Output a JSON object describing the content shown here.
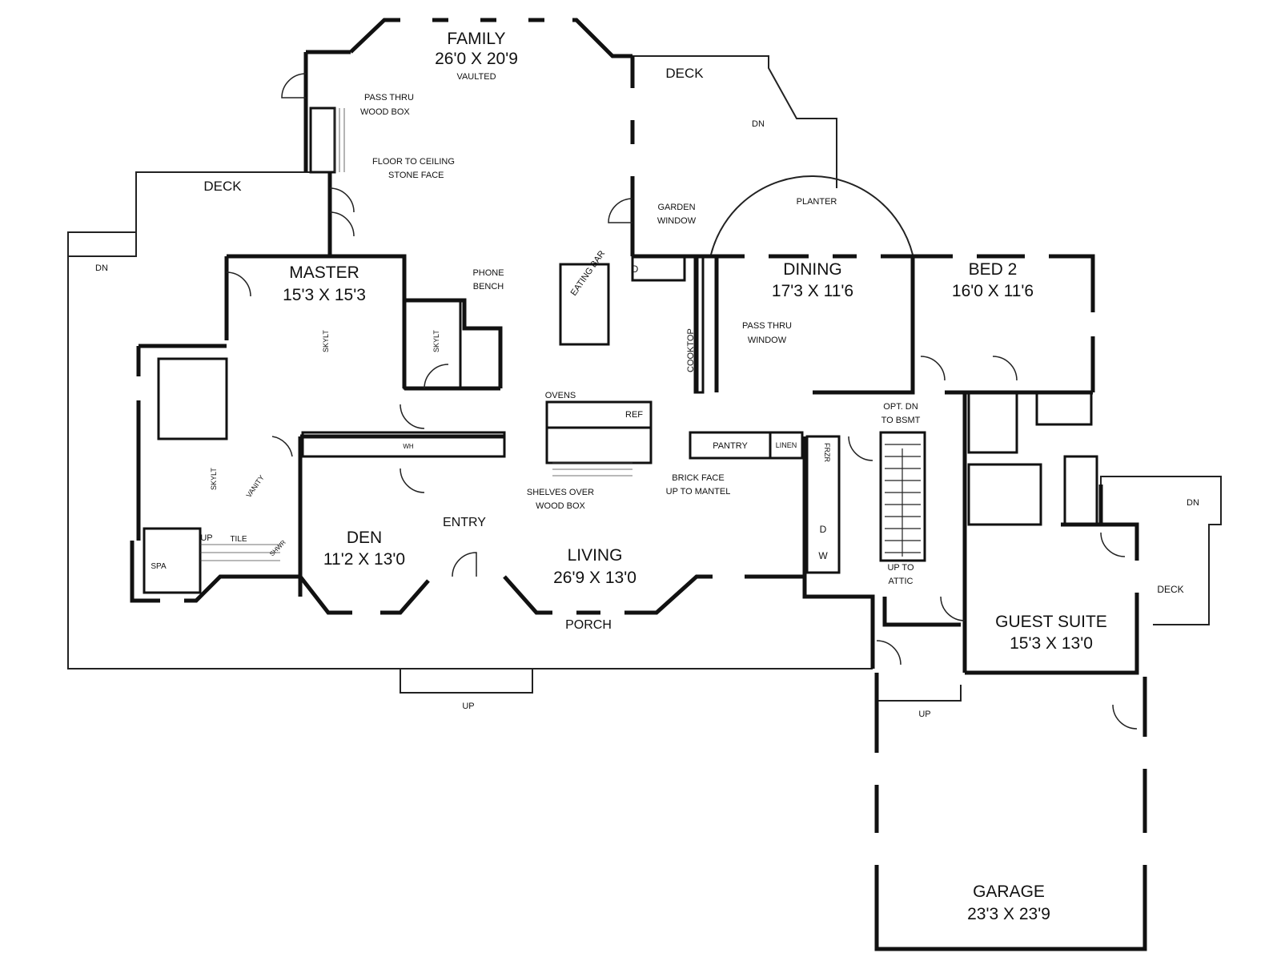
{
  "rooms": {
    "family": {
      "name": "FAMILY",
      "dims": "26'0 X 20'9",
      "note": "VAULTED"
    },
    "master": {
      "name": "MASTER",
      "dims": "15'3 X 15'3"
    },
    "dining": {
      "name": "DINING",
      "dims": "17'3 X 11'6"
    },
    "bed2": {
      "name": "BED 2",
      "dims": "16'0 X 11'6"
    },
    "den": {
      "name": "DEN",
      "dims": "11'2 X 13'0"
    },
    "living": {
      "name": "LIVING",
      "dims": "26'9 X 13'0"
    },
    "guest_suite": {
      "name": "GUEST SUITE",
      "dims": "15'3 X 13'0"
    },
    "garage": {
      "name": "GARAGE",
      "dims": "23'3 X 23'9"
    },
    "entry": {
      "name": "ENTRY"
    },
    "porch": {
      "name": "PORCH"
    }
  },
  "decks": {
    "top": "DECK",
    "left": "DECK",
    "right": "DECK"
  },
  "notes": {
    "pass_thru_wood_box": [
      "PASS THRU",
      "WOOD BOX"
    ],
    "floor_to_ceiling": [
      "FLOOR TO CEILING",
      "STONE FACE"
    ],
    "garden_window": [
      "GARDEN",
      "WINDOW"
    ],
    "planter": "PLANTER",
    "eating_bar": "EATING BAR",
    "phone_bench": [
      "PHONE",
      "BENCH"
    ],
    "pass_thru_window": [
      "PASS THRU",
      "WINDOW"
    ],
    "cooktop": "COOKTOP",
    "ovens": "OVENS",
    "ref": "REF",
    "pantry": "PANTRY",
    "linen": "LINEN",
    "frzr": "FRZR",
    "shelves_over": [
      "SHELVES OVER",
      "WOOD BOX"
    ],
    "brick_face": [
      "BRICK FACE",
      "UP TO MANTEL"
    ],
    "opt_dn": [
      "OPT. DN",
      "TO BSMT"
    ],
    "up_to_attic": [
      "UP TO",
      "ATTIC"
    ],
    "skylt": "SKYLT",
    "vanity": "VANITY",
    "spa": "SPA",
    "tile": "TILE",
    "shwr": "SHWR",
    "wh": "WH",
    "d": "D",
    "w": "W",
    "dn": "DN",
    "up": "UP"
  }
}
